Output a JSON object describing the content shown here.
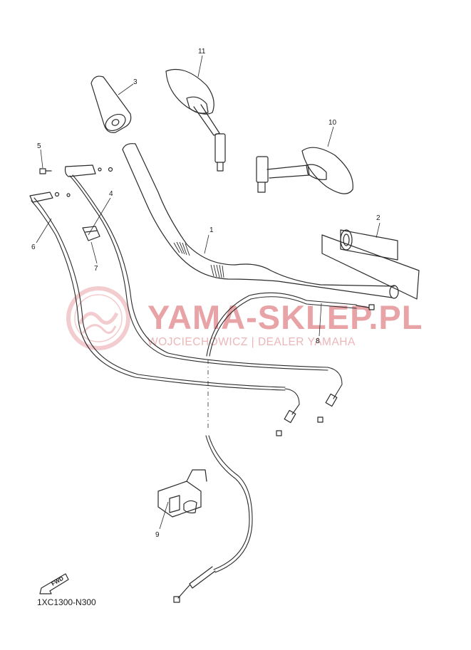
{
  "watermark": {
    "brand": "YAMA-SKLEP.PL",
    "dealer": "WOJCIECHOWICZ | DEALER YAMAHA",
    "color": "#e8a3a7"
  },
  "labels": [
    "1",
    "2",
    "3",
    "4",
    "5",
    "6",
    "7",
    "8",
    "9",
    "10",
    "11"
  ],
  "fwd_label": "FWD",
  "diagram_code": "1XC1300-N300"
}
